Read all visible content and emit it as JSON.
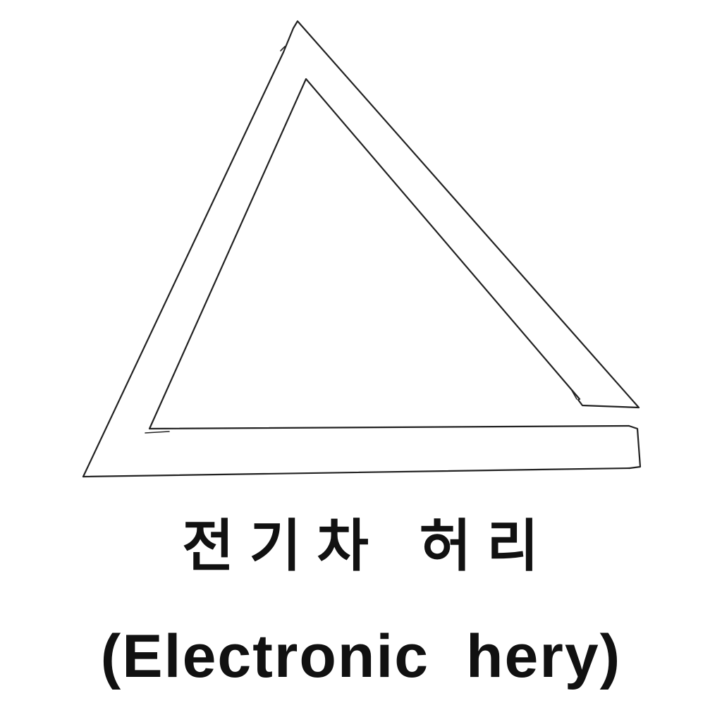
{
  "drawing": {
    "subject": "hand-sketched open triangular frame",
    "stroke_color": "#222222",
    "background_color": "#ffffff"
  },
  "caption": {
    "korean": "전기차 허리",
    "english": "(Electronic hery)",
    "text_color": "#111111"
  }
}
